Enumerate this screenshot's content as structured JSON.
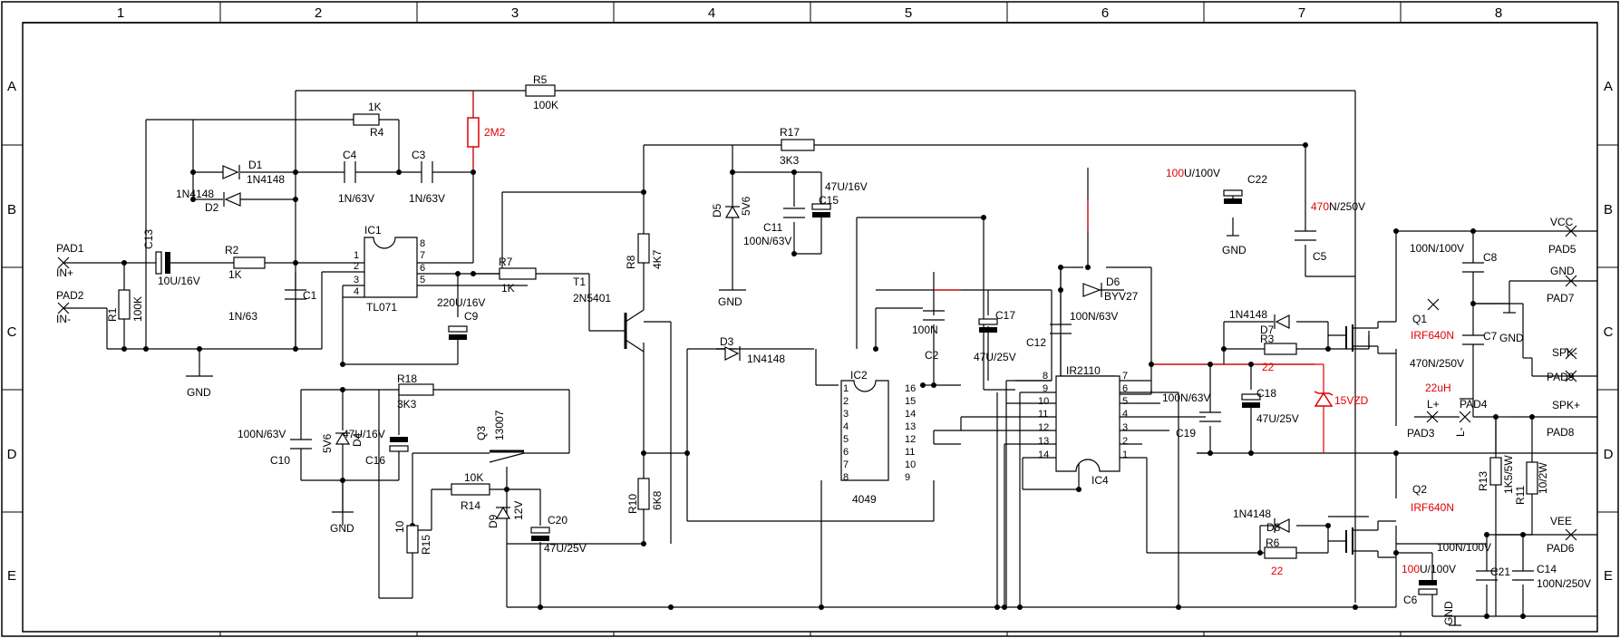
{
  "frame": {
    "columns": [
      "1",
      "2",
      "3",
      "4",
      "5",
      "6",
      "7",
      "8"
    ],
    "rows": [
      "A",
      "B",
      "C",
      "D",
      "E"
    ]
  },
  "colors": {
    "wire": "#000000",
    "highlight": "#e00000"
  },
  "labels": [
    {
      "id": "pad1",
      "text": "PAD1"
    },
    {
      "id": "in-plus",
      "text": "IN+"
    },
    {
      "id": "pad2",
      "text": "PAD2"
    },
    {
      "id": "in-minus",
      "text": "IN-"
    },
    {
      "id": "c13",
      "text": "C13"
    },
    {
      "id": "c13v",
      "text": "10U/16V"
    },
    {
      "id": "r1",
      "text": "R1"
    },
    {
      "id": "r1v",
      "text": "100K"
    },
    {
      "id": "r2",
      "text": "R2"
    },
    {
      "id": "r2v",
      "text": "1K"
    },
    {
      "id": "d1",
      "text": "D1"
    },
    {
      "id": "d1v",
      "text": "1N4148"
    },
    {
      "id": "d2v",
      "text": "1N4148"
    },
    {
      "id": "d2",
      "text": "D2"
    },
    {
      "id": "r4v",
      "text": "1K"
    },
    {
      "id": "r4",
      "text": "R4"
    },
    {
      "id": "c4",
      "text": "C4"
    },
    {
      "id": "c4v",
      "text": "1N/63V"
    },
    {
      "id": "c3",
      "text": "C3"
    },
    {
      "id": "c3v",
      "text": "1N/63V"
    },
    {
      "id": "c1",
      "text": "C1"
    },
    {
      "id": "c1v",
      "text": "1N/63"
    },
    {
      "id": "r5",
      "text": "R5"
    },
    {
      "id": "r5v",
      "text": "100K"
    },
    {
      "id": "r2m2",
      "text": "2M2"
    },
    {
      "id": "ic1",
      "text": "IC1"
    },
    {
      "id": "tl071",
      "text": "TL071"
    },
    {
      "id": "gnd1",
      "text": "GND"
    },
    {
      "id": "r7",
      "text": "R7"
    },
    {
      "id": "r7v",
      "text": "1K"
    },
    {
      "id": "c9",
      "text": "C9"
    },
    {
      "id": "c9v",
      "text": "220U/16V"
    },
    {
      "id": "t1",
      "text": "T1"
    },
    {
      "id": "t1v",
      "text": "2N5401"
    },
    {
      "id": "r8",
      "text": "R8"
    },
    {
      "id": "r8v",
      "text": "4K7"
    },
    {
      "id": "r17",
      "text": "R17"
    },
    {
      "id": "r17v",
      "text": "3K3"
    },
    {
      "id": "d5",
      "text": "D5"
    },
    {
      "id": "d5v",
      "text": "5V6"
    },
    {
      "id": "c15v",
      "text": "47U/16V"
    },
    {
      "id": "c15",
      "text": "C15"
    },
    {
      "id": "c11",
      "text": "C11"
    },
    {
      "id": "c11v",
      "text": "100N/63V"
    },
    {
      "id": "gnd2",
      "text": "GND"
    },
    {
      "id": "r18",
      "text": "R18"
    },
    {
      "id": "r18v",
      "text": "3K3"
    },
    {
      "id": "c10v",
      "text": "100N/63V"
    },
    {
      "id": "c10",
      "text": "C10"
    },
    {
      "id": "d4v",
      "text": "5V6"
    },
    {
      "id": "d4vv",
      "text": "47U/16V"
    },
    {
      "id": "d4",
      "text": "D4"
    },
    {
      "id": "c16",
      "text": "C16"
    },
    {
      "id": "gnd3",
      "text": "GND"
    },
    {
      "id": "q3",
      "text": "Q3"
    },
    {
      "id": "q3v",
      "text": "13007"
    },
    {
      "id": "r14v",
      "text": "10K"
    },
    {
      "id": "r14",
      "text": "R14"
    },
    {
      "id": "d9",
      "text": "D9"
    },
    {
      "id": "d9v",
      "text": "12V"
    },
    {
      "id": "c20",
      "text": "C20"
    },
    {
      "id": "c20v",
      "text": "47U/25V"
    },
    {
      "id": "r15v",
      "text": "10"
    },
    {
      "id": "r15",
      "text": "R15"
    },
    {
      "id": "r10",
      "text": "R10"
    },
    {
      "id": "r10v",
      "text": "6K8"
    },
    {
      "id": "d3",
      "text": "D3"
    },
    {
      "id": "d3v",
      "text": "1N4148"
    },
    {
      "id": "ic2",
      "text": "IC2"
    },
    {
      "id": "cd4049",
      "text": "4049"
    },
    {
      "id": "c2v",
      "text": "100N"
    },
    {
      "id": "c2",
      "text": "C2"
    },
    {
      "id": "c17",
      "text": "C17"
    },
    {
      "id": "c17v",
      "text": "47U/25V"
    },
    {
      "id": "c12",
      "text": "C12"
    },
    {
      "id": "d6",
      "text": "D6"
    },
    {
      "id": "d6v",
      "text": "BYV27"
    },
    {
      "id": "c12v",
      "text": "100N/63V"
    },
    {
      "id": "ir2110",
      "text": "IR2110"
    },
    {
      "id": "ic4",
      "text": "IC4"
    },
    {
      "id": "c22v1",
      "text": "100"
    },
    {
      "id": "c22v2",
      "text": " U/100V"
    },
    {
      "id": "c22",
      "text": "C22"
    },
    {
      "id": "gnd4",
      "text": "GND"
    },
    {
      "id": "c5v1",
      "text": "470"
    },
    {
      "id": "c5v2",
      "text": " N/250V"
    },
    {
      "id": "c5",
      "text": "C5"
    },
    {
      "id": "d7v",
      "text": "1N4148"
    },
    {
      "id": "d7",
      "text": "D7"
    },
    {
      "id": "r3",
      "text": "R3"
    },
    {
      "id": "r3v",
      "text": "22"
    },
    {
      "id": "c19v",
      "text": "100N/63V"
    },
    {
      "id": "c19",
      "text": "C19"
    },
    {
      "id": "c18",
      "text": "C18"
    },
    {
      "id": "c18v",
      "text": "47U/25V"
    },
    {
      "id": "zd",
      "text": "15VZD"
    },
    {
      "id": "d8v",
      "text": "1N4148"
    },
    {
      "id": "d8",
      "text": "D8"
    },
    {
      "id": "r6",
      "text": "R6"
    },
    {
      "id": "r6v",
      "text": "22"
    },
    {
      "id": "q1",
      "text": "Q1"
    },
    {
      "id": "q1v",
      "text": "IRF640N"
    },
    {
      "id": "q2",
      "text": "Q2"
    },
    {
      "id": "q2v",
      "text": "IRF640N"
    },
    {
      "id": "vcc",
      "text": "VCC"
    },
    {
      "id": "pad5",
      "text": "PAD5"
    },
    {
      "id": "c8v",
      "text": "100N/100V"
    },
    {
      "id": "c8",
      "text": "C8"
    },
    {
      "id": "gnd5",
      "text": "GND"
    },
    {
      "id": "pad7",
      "text": "PAD7"
    },
    {
      "id": "c7",
      "text": "C7"
    },
    {
      "id": "gnd6",
      "text": "GND"
    },
    {
      "id": "c7v",
      "text": "470N/250V"
    },
    {
      "id": "spkm",
      "text": "SPK-"
    },
    {
      "id": "pad9",
      "text": "PAD9"
    },
    {
      "id": "l22",
      "text": "22uH"
    },
    {
      "id": "lp",
      "text": "L+"
    },
    {
      "id": "pad3",
      "text": "PAD3"
    },
    {
      "id": "pad4",
      "text": "PAD4"
    },
    {
      "id": "lm",
      "text": "L-"
    },
    {
      "id": "spkp",
      "text": "SPK+"
    },
    {
      "id": "pad8",
      "text": "PAD8"
    },
    {
      "id": "r13",
      "text": "R13"
    },
    {
      "id": "r13v",
      "text": "1K5/5W"
    },
    {
      "id": "r11",
      "text": "R11"
    },
    {
      "id": "r11v",
      "text": "10/2W"
    },
    {
      "id": "vee",
      "text": "VEE"
    },
    {
      "id": "pad6",
      "text": "PAD6"
    },
    {
      "id": "c21v",
      "text": "100N/100V"
    },
    {
      "id": "c21",
      "text": "C21"
    },
    {
      "id": "c6v1",
      "text": "100"
    },
    {
      "id": "c6v2",
      "text": "U/100V"
    },
    {
      "id": "c6",
      "text": "C6"
    },
    {
      "id": "c14",
      "text": "C14"
    },
    {
      "id": "c14v",
      "text": "100N/250V"
    },
    {
      "id": "gnd7",
      "text": "GND"
    }
  ],
  "pins": {
    "ic1": [
      "1",
      "2",
      "3",
      "4",
      "8",
      "7",
      "6",
      "5"
    ],
    "ic2": [
      "1",
      "2",
      "3",
      "4",
      "5",
      "6",
      "7",
      "8",
      "16",
      "15",
      "14",
      "13",
      "12",
      "11",
      "10",
      "9"
    ],
    "ic4": [
      "8",
      "9",
      "10",
      "11",
      "12",
      "13",
      "14",
      "7",
      "6",
      "5",
      "4",
      "3",
      "2",
      "1"
    ]
  }
}
